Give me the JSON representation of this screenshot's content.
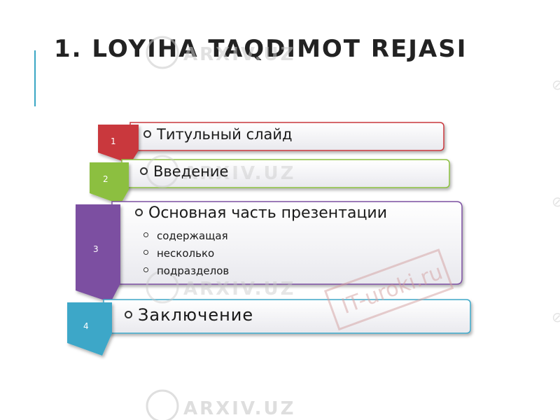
{
  "slide": {
    "title": "1. LOYIHA TAQDIMOT REJASI"
  },
  "diagram": {
    "steps": [
      {
        "number": "1",
        "label": "Титульный слайд",
        "color": "#c9373d"
      },
      {
        "number": "2",
        "label": "Введение",
        "color": "#8cbf3f"
      },
      {
        "number": "3",
        "label": "Основная часть презентации",
        "color": "#7b4fa1",
        "subitems": [
          "содержащая",
          "несколько",
          "подразделов"
        ]
      },
      {
        "number": "4",
        "label": "Заключение",
        "color": "#3da7c8"
      }
    ]
  },
  "watermarks": {
    "arxiv": "ARXIV.UZ",
    "iturok": "IT-uroki.ru"
  },
  "colors": {
    "accent": "#3aa6c4",
    "title": "#222222"
  }
}
